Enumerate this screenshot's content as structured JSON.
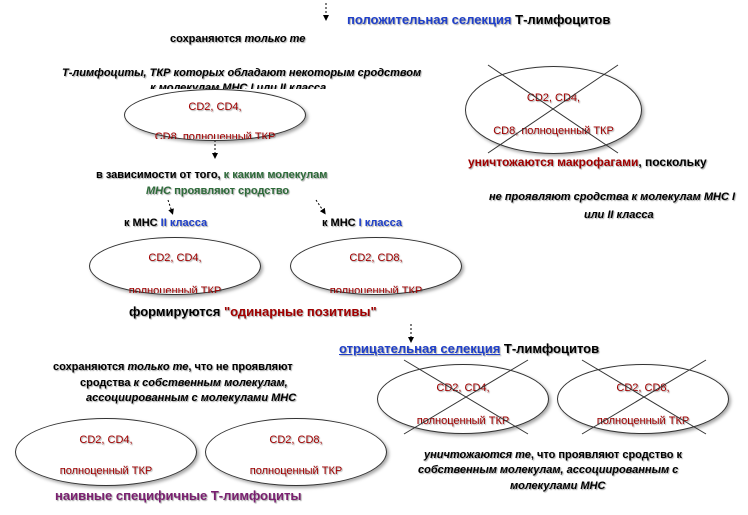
{
  "texts": {
    "pos_sel_word": "положительная селекция",
    "pos_sel_tail": " Т-лимфоцитов",
    "keep_only_a": "сохраняются ",
    "keep_only_b": "только те",
    "tcr_line1": "Т-лимфоциты, ТКР которых обладают некоторым сродством",
    "tcr_line2_clipped": "к молекулам МНС I или II класса",
    "depend_a": "в зависимости от того, ",
    "depend_b": "к каким молекулам",
    "depend_c": "МНС",
    "depend_d": " проявляют сродство",
    "class2_a": "к МНС ",
    "class2_b": "II класса",
    "class1_a": "к МНС ",
    "class1_b": "I класса",
    "form_a": "формируются ",
    "form_b": "\"одинарные позитивы\"",
    "destroyed_a": "уничтожаются макрофагами",
    "destroyed_b": ", поскольку",
    "no_affinity_1": "не проявляют сродства к молекулам МНС I",
    "no_affinity_2": "или II класса",
    "neg_sel_word": "отрицательная селекция",
    "neg_sel_tail": " Т-лимфоцитов",
    "neg_keep_1a": "сохраняются ",
    "neg_keep_1b": "только те",
    "neg_keep_1c": ", что не проявляют",
    "neg_keep_2a": "сродства ",
    "neg_keep_2b": "к собственным молекулам,",
    "neg_keep_3": "ассоциированным с молекулами МНС",
    "neg_destroy_1a": "уничтожаются те",
    "neg_destroy_1b": ", что проявляют сродство к",
    "neg_destroy_2": "собственным молекулам, ассоциированным с",
    "neg_destroy_3": "молекулами МНС",
    "naive": "наивные специфичные Т-лимфоциты"
  },
  "ellipses": {
    "e1": {
      "top": "CD2, CD4,",
      "bottom": "CD8, полноценный ТКР"
    },
    "e2": {
      "top": "CD2, CD4,",
      "bottom": "CD8, полноценный ТКР"
    },
    "e3": {
      "top": "CD2, CD4,",
      "bottom": "полноценный ТКР"
    },
    "e4": {
      "top": "CD2, CD8,",
      "bottom": "полноценный ТКР"
    },
    "e5": {
      "top": "CD2, CD4,",
      "bottom": "полноценный ТКР"
    },
    "e6": {
      "top": "CD2, CD8,",
      "bottom": "полноценный ТКР"
    },
    "e7": {
      "top": "CD2, CD4,",
      "bottom": "полноценный ТКР"
    },
    "e8": {
      "top": "CD2, CD8,",
      "bottom": "полноценный ТКР"
    }
  },
  "colors": {
    "accent_blue": "#1f3fc9",
    "accent_red": "#a00000",
    "accent_green": "#2e6b3a",
    "accent_purple": "#7a2070"
  }
}
